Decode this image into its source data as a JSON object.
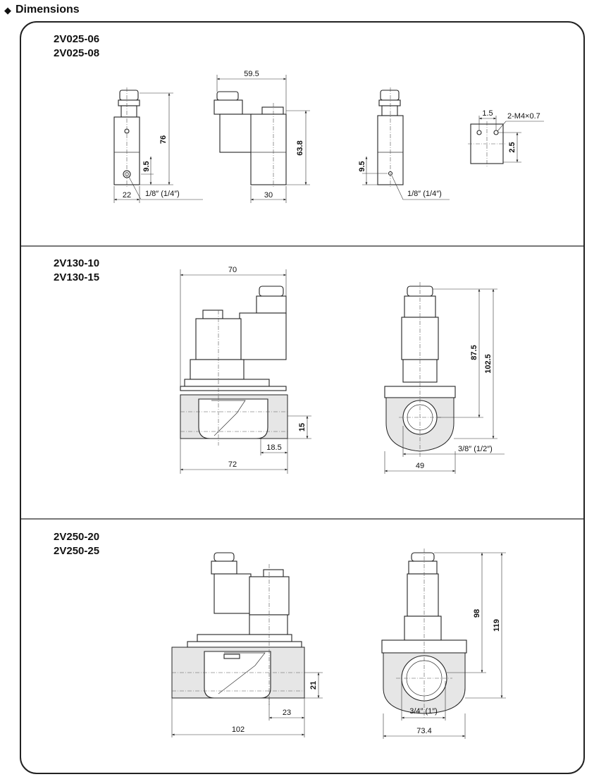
{
  "header": {
    "icon": "diamond-icon",
    "title": "Dimensions"
  },
  "sections": [
    {
      "models": [
        "2V025-06",
        "2V025-08"
      ],
      "dims": {
        "width": "22",
        "height": "76",
        "port_height": "9.5",
        "port": "1/8″ (1/4″)",
        "length": "59.5",
        "coil_height": "63.8",
        "coil_width": "30",
        "right_port_height": "9.5",
        "right_port": "1/8″ (1/4″)",
        "mount_spacing": "1.5",
        "mount_holes": "2-M4×0.7",
        "mount_height": "2.5"
      }
    },
    {
      "models": [
        "2V130-10",
        "2V130-15"
      ],
      "dims": {
        "top_width": "70",
        "port_center": "15",
        "outlet_offset": "18.5",
        "body_length": "72",
        "coil_height": "87.5",
        "total_height": "102.5",
        "port": "3/8″ (1/2″)",
        "body_width": "49"
      }
    },
    {
      "models": [
        "2V250-20",
        "2V250-25"
      ],
      "dims": {
        "port_center": "21",
        "outlet_offset": "23",
        "body_length": "102",
        "coil_height": "98",
        "total_height": "119",
        "port": "3/4″ (1″)",
        "body_width": "73.4"
      }
    }
  ]
}
